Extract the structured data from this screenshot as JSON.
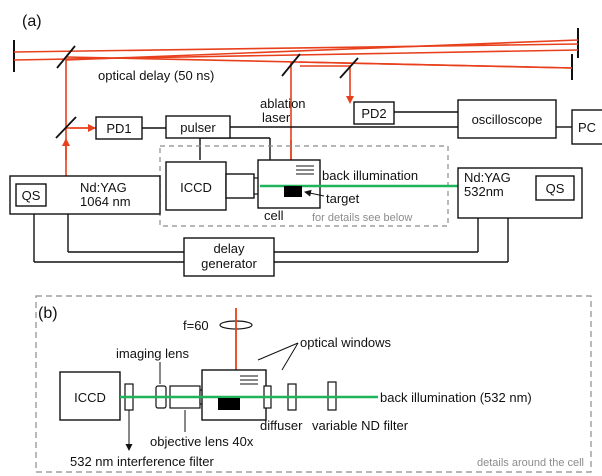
{
  "panel_a": {
    "tag": "(a)",
    "optical_delay": "optical delay (50 ns)",
    "pd1": "PD1",
    "pd2": "PD2",
    "pulser": "pulser",
    "ablation_line1": "ablation",
    "ablation_line2": "laser",
    "oscilloscope": "oscilloscope",
    "pc": "PC",
    "qs_left": "QS",
    "ndyag1064_line1": "Nd:YAG",
    "ndyag1064_line2": "1064 nm",
    "iccd": "ICCD",
    "back_illumination": "back illumination",
    "target": "target",
    "cell": "cell",
    "details_note": "for details see below",
    "ndyag532_line1": "Nd:YAG",
    "ndyag532_line2": "532nm",
    "qs_right": "QS",
    "delay_line1": "delay",
    "delay_line2": "generator"
  },
  "panel_b": {
    "tag": "(b)",
    "focal": "f=60",
    "optical_windows": "optical windows",
    "imaging_lens": "imaging lens",
    "iccd": "ICCD",
    "back_illumination": "back illumination (532 nm)",
    "diffuser": "diffuser",
    "variable_nd": "variable ND filter",
    "objective": "objective lens 40x",
    "interference_filter": "532 nm interference filter",
    "details_note": "details around the cell"
  },
  "colors": {
    "laser_red": "#e8401c",
    "illumination_green": "#1fb35a",
    "dashed_gray": "#8c8c8c",
    "line_black": "#111111"
  }
}
